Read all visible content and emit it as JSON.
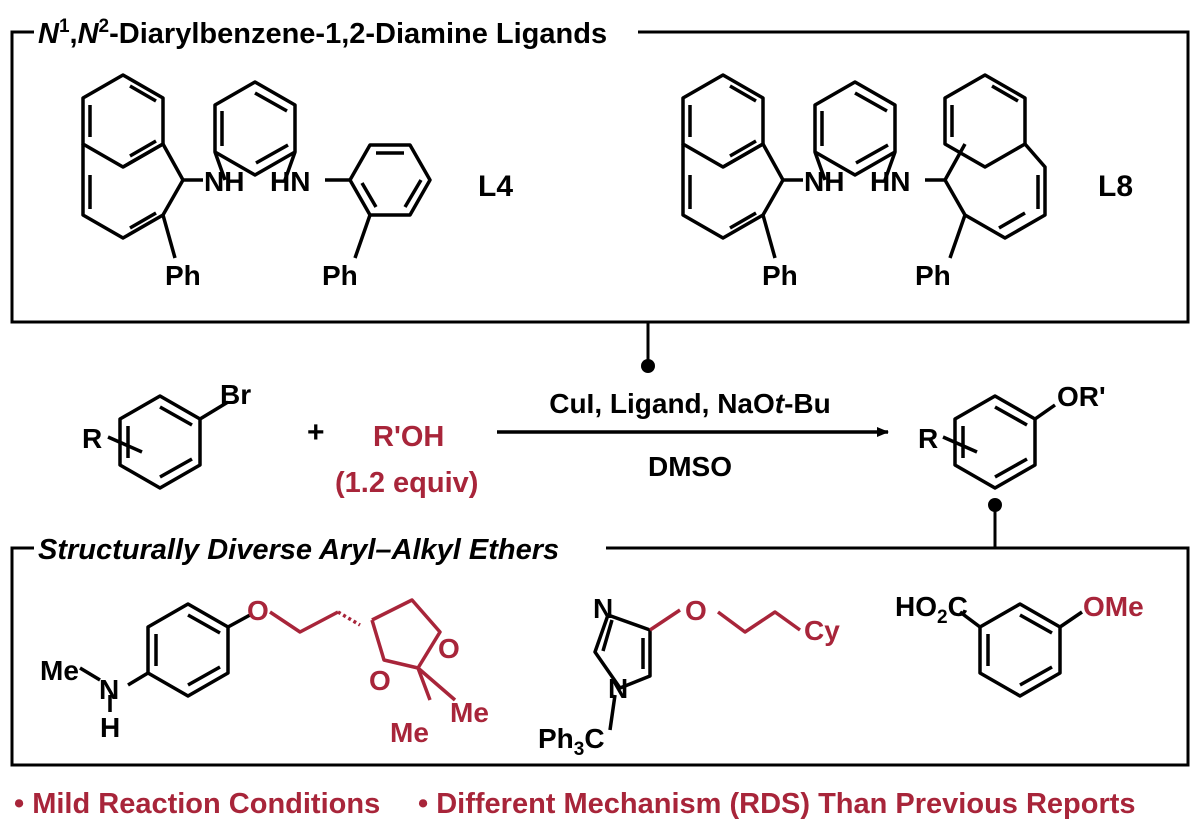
{
  "colors": {
    "ink": "#000000",
    "accent": "#a8253a"
  },
  "top_box": {
    "title_n1": "N",
    "title_sup1": "1",
    "title_comma": ",",
    "title_n2": "N",
    "title_sup2": "2",
    "title_rest": "-Diarylbenzene-1,2-Diamine Ligands",
    "ligand_a": {
      "label": "L4",
      "nh1": "NH",
      "nh2": "HN",
      "ph1": "Ph",
      "ph2": "Ph"
    },
    "ligand_b": {
      "label": "L8",
      "nh1": "NH",
      "nh2": "HN",
      "ph1": "Ph",
      "ph2": "Ph"
    }
  },
  "reaction": {
    "sm_r": "R",
    "sm_br": "Br",
    "plus": "+",
    "alcohol": "R'OH",
    "alcohol_equiv": "(1.2 equiv)",
    "conditions_a": "CuI, Ligand, NaO",
    "conditions_t": "t",
    "conditions_b": "-Bu",
    "solvent": "DMSO",
    "product_r": "R",
    "product_or": "OR'"
  },
  "bottom_box": {
    "title": "Structurally Diverse Aryl–Alkyl Ethers",
    "ex1": {
      "me_left": "Me",
      "n": "N",
      "h": "H",
      "o_ether": "O",
      "o_ring1": "O",
      "o_ring2": "O",
      "me_a": "Me",
      "me_b": "Me"
    },
    "ex2": {
      "n_top": "N",
      "n_ring": "N",
      "o_ether": "O",
      "cy": "Cy",
      "trityl_a": "Ph",
      "trityl_sub": "3",
      "trityl_b": "C"
    },
    "ex3": {
      "acid_a": "HO",
      "acid_sub": "2",
      "acid_b": "C",
      "ome": "OMe"
    }
  },
  "footer": {
    "bullet1": "• Mild Reaction Conditions",
    "bullet2": "• Different Mechanism (RDS) Than Previous Reports"
  }
}
